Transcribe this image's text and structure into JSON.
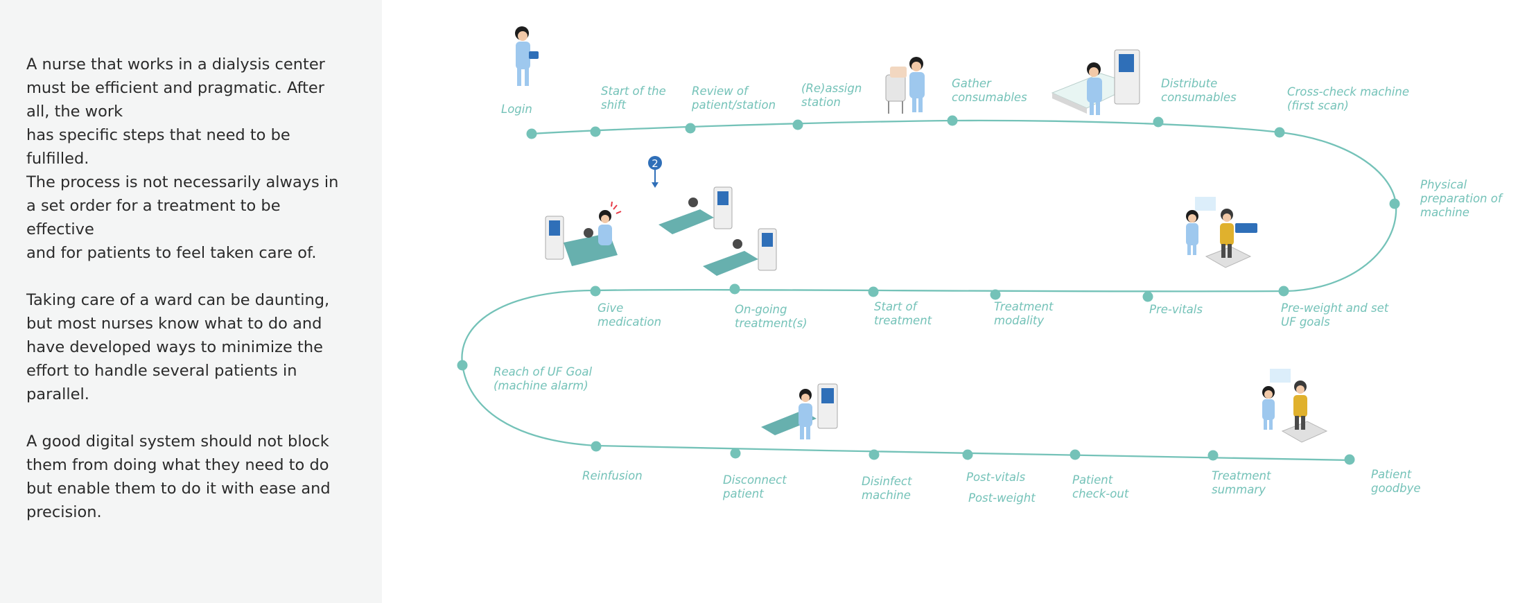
{
  "intro": {
    "paragraphs": [
      "A nurse that works in a dialysis center\nmust be efficient and pragmatic. After\nall, the work\nhas specific steps that need to be\nfulfilled.\nThe process is not necessarily always in\na set order for a treatment to be\neffective\nand for patients to feel taken care of.",
      "Taking care of a ward can be daunting,\nbut most nurses know what to do and\nhave developed ways to minimize the\neffort to handle several patients in\nparallel.",
      "A good digital system should not block\nthem from doing what they need to do\nbut enable them to do it with ease and\nprecision."
    ]
  },
  "journey": {
    "colors": {
      "path": "#74c2b8",
      "label": "#74c2b8",
      "panel": "#f4f5f5",
      "marker": "#2f6fb8"
    },
    "marker_number": "2",
    "steps": [
      {
        "name": "step-login",
        "lines": [
          "Login"
        ]
      },
      {
        "name": "step-start-shift",
        "lines": [
          "Start of the",
          "shift"
        ]
      },
      {
        "name": "step-review",
        "lines": [
          "Review of",
          "patient/station"
        ]
      },
      {
        "name": "step-reassign",
        "lines": [
          "(Re)assign",
          "station"
        ]
      },
      {
        "name": "step-gather",
        "lines": [
          "Gather",
          "consumables"
        ]
      },
      {
        "name": "step-distribute",
        "lines": [
          "Distribute",
          "consumables"
        ]
      },
      {
        "name": "step-crosscheck",
        "lines": [
          "Cross-check machine",
          "(first scan)"
        ]
      },
      {
        "name": "step-physical-prep",
        "lines": [
          "Physical",
          "preparation of",
          "machine"
        ]
      },
      {
        "name": "step-preweight",
        "lines": [
          "Pre-weight and set",
          "UF goals"
        ]
      },
      {
        "name": "step-previtals",
        "lines": [
          "Pre-vitals"
        ]
      },
      {
        "name": "step-modality",
        "lines": [
          "Treatment",
          "modality"
        ]
      },
      {
        "name": "step-start-treatment",
        "lines": [
          "Start of",
          "treatment"
        ]
      },
      {
        "name": "step-ongoing",
        "lines": [
          "On-going",
          "treatment(s)"
        ]
      },
      {
        "name": "step-medication",
        "lines": [
          "Give",
          "medication"
        ]
      },
      {
        "name": "step-uf-goal",
        "lines": [
          "Reach of UF Goal",
          "(machine alarm)"
        ]
      },
      {
        "name": "step-reinfusion",
        "lines": [
          "Reinfusion"
        ]
      },
      {
        "name": "step-disconnect",
        "lines": [
          "Disconnect",
          "patient"
        ]
      },
      {
        "name": "step-disinfect",
        "lines": [
          "Disinfect",
          "machine"
        ]
      },
      {
        "name": "step-postvitals",
        "lines": [
          "Post-vitals",
          "Post-weight"
        ]
      },
      {
        "name": "step-checkout",
        "lines": [
          "Patient",
          "check-out"
        ]
      },
      {
        "name": "step-summary",
        "lines": [
          "Treatment",
          "summary"
        ]
      },
      {
        "name": "step-goodbye",
        "lines": [
          "Patient",
          "goodbye"
        ]
      }
    ]
  }
}
